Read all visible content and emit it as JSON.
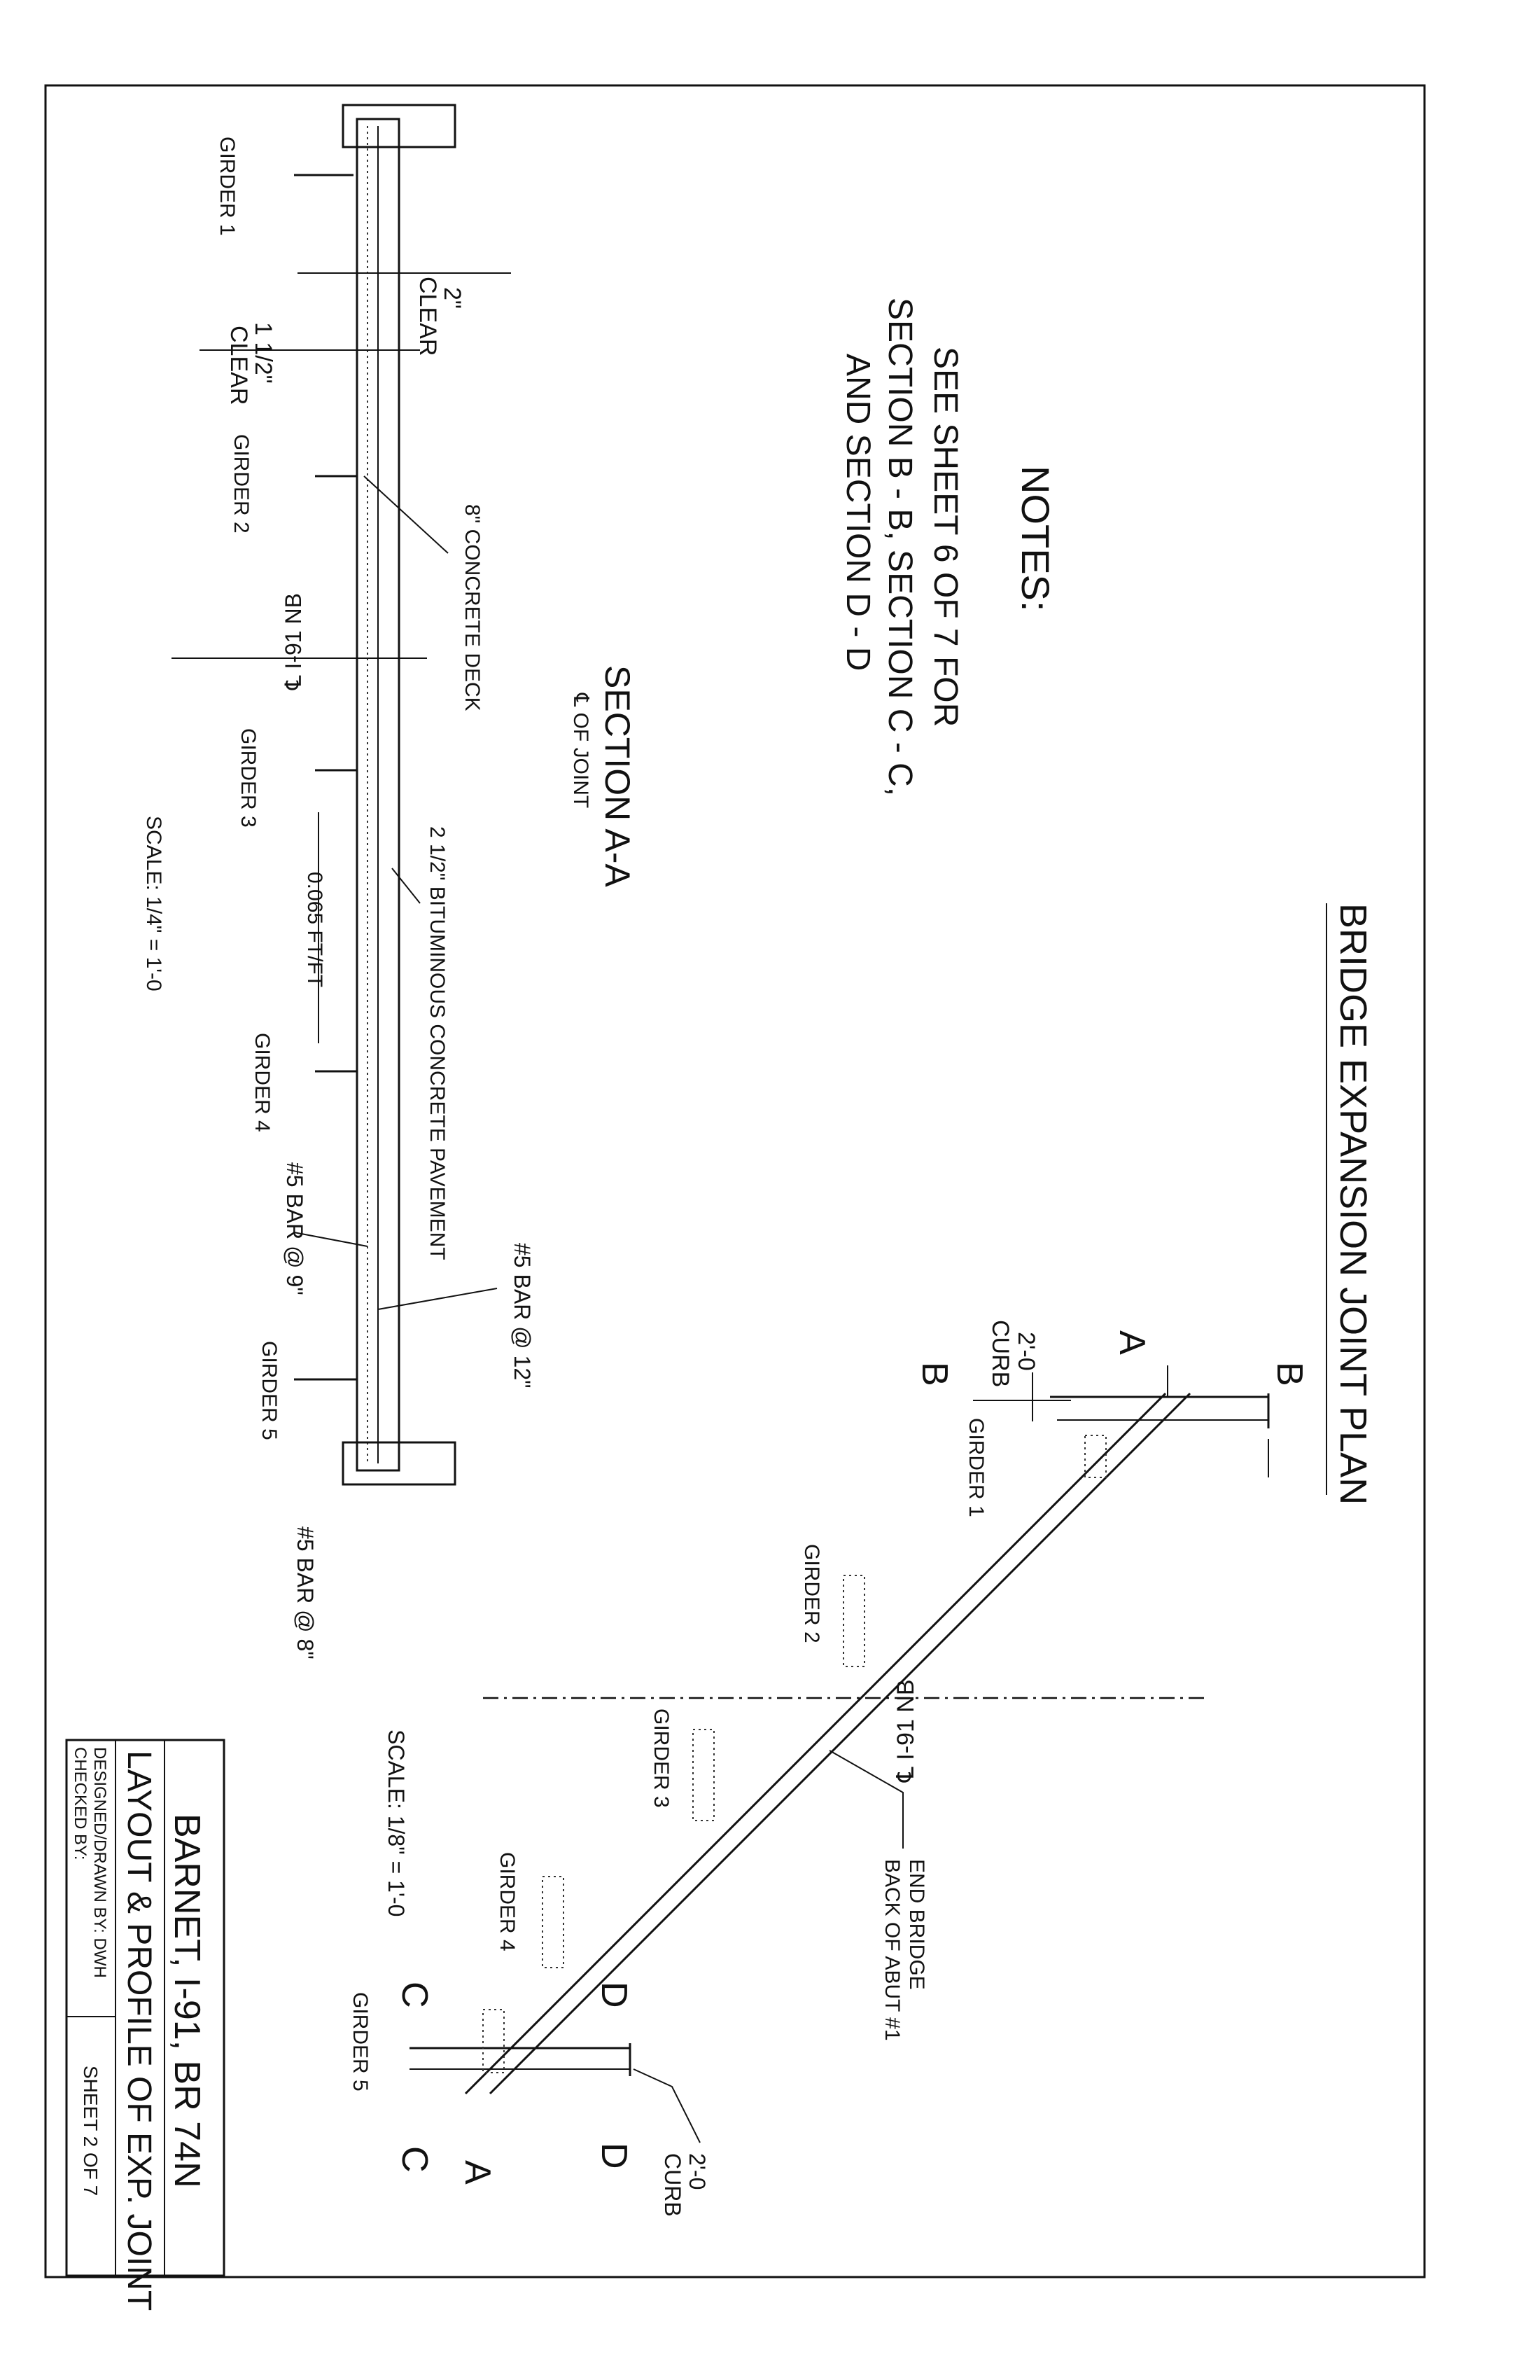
{
  "plan": {
    "title": "BRIDGE EXPANSION JOINT PLAN",
    "section_a": "A",
    "section_b": "B",
    "section_c": "C",
    "section_d": "D",
    "curb_dim": "2'-0",
    "curb_word": "CURB",
    "girders": [
      "GIRDER 1",
      "GIRDER 2",
      "GIRDER 3",
      "GIRDER 4",
      "GIRDER 5"
    ],
    "centerline": "℄ I-91 NB",
    "end_bridge": "END BRIDGE",
    "back_of_abut": "BACK OF ABUT #1",
    "scale": "SCALE: 1/8\" = 1'-0"
  },
  "notes": {
    "heading": "NOTES:",
    "lines": [
      "SEE SHEET 6 OF 7 FOR",
      "SECTION B - B, SECTION C - C,",
      "AND SECTION D - D"
    ]
  },
  "section": {
    "title": "SECTION A-A",
    "subtitle": "℄ OF JOINT",
    "girders": [
      "GIRDER 1",
      "GIRDER 2",
      "GIRDER 3",
      "GIRDER 4",
      "GIRDER 5"
    ],
    "clear_top": "2\"",
    "clear_word": "CLEAR",
    "clear_bottom": "1 1/2\"",
    "deck": "8\" CONCRETE DECK",
    "centerline": "℄ I-91 NB",
    "pavement": "2 1/2\" BITUMINOUS CONCRETE PAVEMENT",
    "slope": "0.065 FT/FT",
    "bar_9": "#5 BAR @ 9\"",
    "bar_12": "#5 BAR @ 12\"",
    "bar_8": "#5 BAR @ 8\"",
    "scale": "SCALE: 1/4\" = 1'-0"
  },
  "title_block": {
    "project": "BARNET, I-91, BR 74N",
    "drawing": "LAYOUT & PROFILE OF EXP. JOINT",
    "designed": "DESIGNED/DRAWN BY: DWH",
    "checked": "CHECKED BY:",
    "sheet": "SHEET 2 OF 7"
  }
}
